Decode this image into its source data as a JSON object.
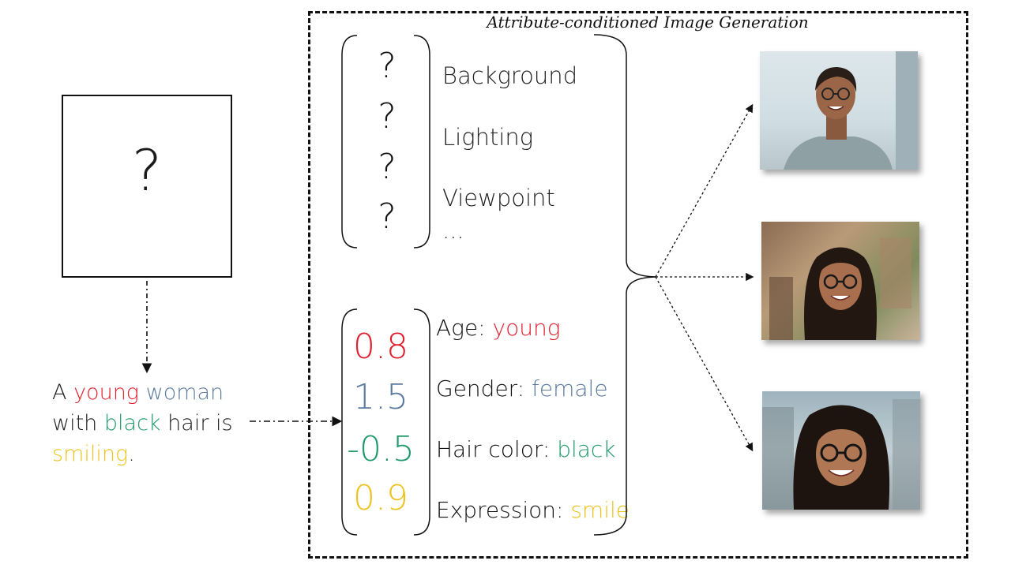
{
  "frame_title": "Attribute-conditioned Image Generation",
  "unknown_image_symbol": "?",
  "caption": {
    "w1": "A",
    "w2": "young",
    "w3": "woman",
    "w4": "with",
    "w5": "black",
    "w6": "hair is",
    "w7": "smiling",
    "w8": "."
  },
  "unknown_attributes": {
    "marks": [
      "?",
      "?",
      "?",
      "?"
    ],
    "labels": [
      "Background",
      "Lighting",
      "Viewpoint",
      "..."
    ]
  },
  "conditioned_attributes": [
    {
      "value": "0.8",
      "name": "Age: ",
      "word": "young",
      "color": "#e0202e"
    },
    {
      "value": "1.5",
      "name": "Gender: ",
      "word": "female",
      "color": "#5a7aa0"
    },
    {
      "value": "-0.5",
      "name": "Hair color: ",
      "word": "black",
      "color": "#1f9a6a"
    },
    {
      "value": "0.9",
      "name": "Expression: ",
      "word": "smile",
      "color": "#eec21e"
    }
  ],
  "generated_images": [
    "woman-portrait-1",
    "woman-portrait-2",
    "woman-portrait-3"
  ],
  "colors": {
    "young": "#e0202e",
    "woman": "#5a7aa0",
    "black": "#1f9a6a",
    "smiling": "#eec21e",
    "frame": "#111111"
  }
}
